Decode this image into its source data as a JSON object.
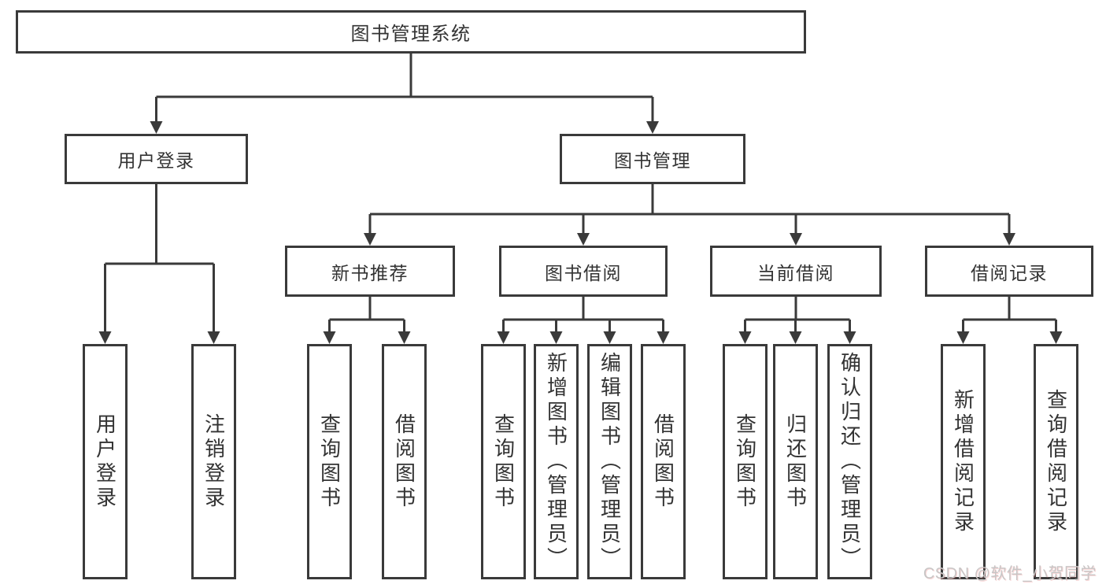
{
  "diagram": {
    "root": {
      "label": "图书管理系统"
    },
    "branches": [
      {
        "label": "用户登录",
        "children": [
          {
            "label": "用户登录"
          },
          {
            "label": "注销登录"
          }
        ]
      },
      {
        "label": "图书管理",
        "children": [
          {
            "label": "新书推荐",
            "children": [
              {
                "label": "查询图书"
              },
              {
                "label": "借阅图书"
              }
            ]
          },
          {
            "label": "图书借阅",
            "children": [
              {
                "label": "查询图书"
              },
              {
                "label": "新增图书（管理员）"
              },
              {
                "label": "编辑图书（管理员）"
              },
              {
                "label": "借阅图书"
              }
            ]
          },
          {
            "label": "当前借阅",
            "children": [
              {
                "label": "查询图书"
              },
              {
                "label": "归还图书"
              },
              {
                "label": "确认归还（管理员）"
              }
            ]
          },
          {
            "label": "借阅记录",
            "children": [
              {
                "label": "新增借阅记录"
              },
              {
                "label": "查询借阅记录"
              }
            ]
          }
        ]
      }
    ]
  },
  "watermark": {
    "text": "CSDN @软件_小贺同学"
  },
  "colors": {
    "line": "#3a3a3a",
    "text": "#333333",
    "background": "#ffffff",
    "watermark": "#c8c6c6"
  }
}
